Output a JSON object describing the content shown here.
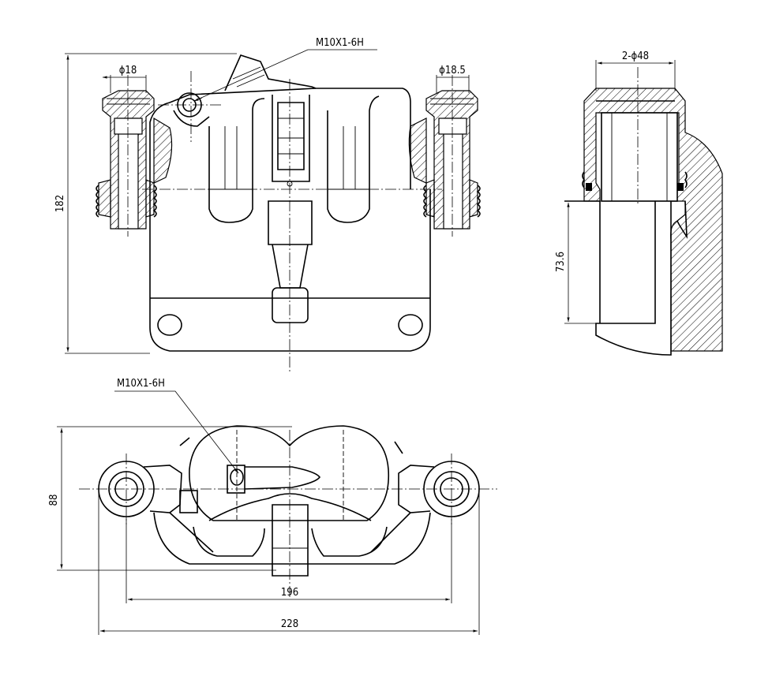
{
  "drawing": {
    "views": {
      "front": {
        "dim_height": "182",
        "dim_left_bore": "ϕ18",
        "dim_right_bore": "ϕ18.5",
        "thread_label": "M10X1-6H"
      },
      "section": {
        "dim_piston": "2-ϕ48",
        "dim_depth": "73.6"
      },
      "top": {
        "thread_label": "M10X1-6H",
        "dim_height": "88",
        "dim_inner_width": "196",
        "dim_outer_width": "228"
      }
    }
  }
}
